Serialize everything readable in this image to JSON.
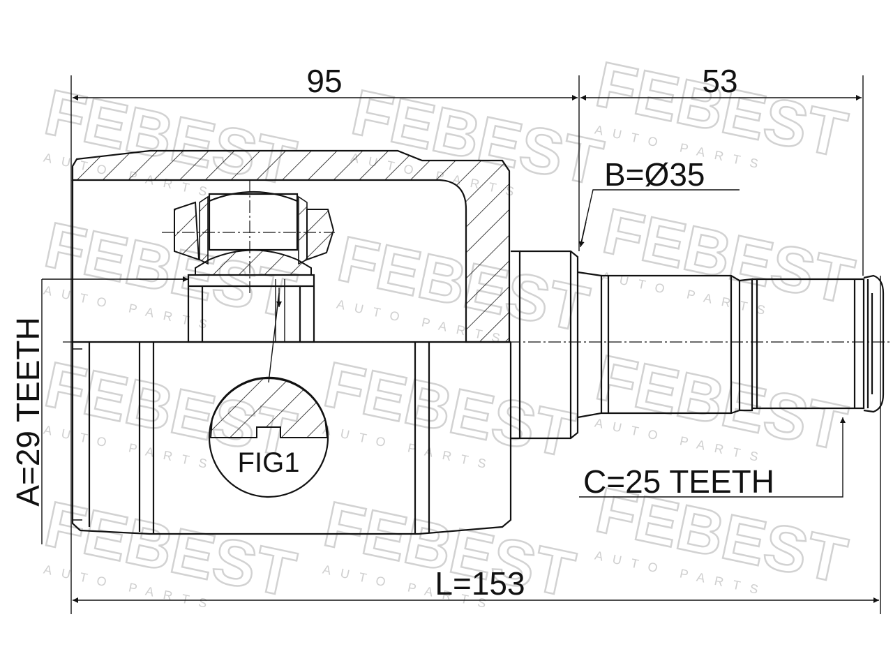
{
  "drawing": {
    "dim_95": "95",
    "dim_53": "53",
    "dim_b": "B=Ø35",
    "dim_a": "A=29 TEETH",
    "dim_c": "C=25 TEETH",
    "dim_l": "L=153",
    "fig_label": "FIG1"
  },
  "watermark": {
    "brand": "FEBEST",
    "sub": "AUTO PARTS"
  },
  "colors": {
    "line": "#111111",
    "watermark": "#d2d2d2"
  }
}
